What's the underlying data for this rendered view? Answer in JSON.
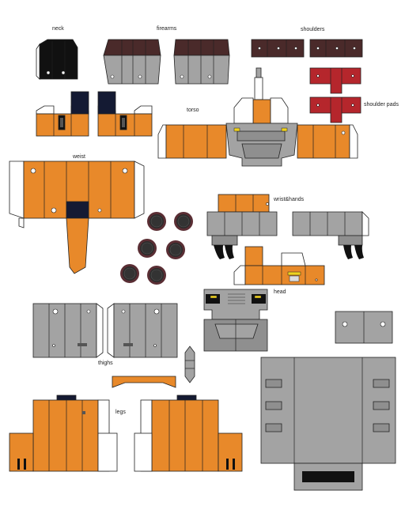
{
  "labels": {
    "neck": "neck",
    "firearms": "firearms",
    "shoulders": "shoulders",
    "shoulder_pads": "shoulder pads",
    "torso": "torso",
    "waist": "weist",
    "wrist_hands": "wrist&hands",
    "head": "head",
    "thighs": "thighs",
    "legs": "legs"
  },
  "colors": {
    "orange": "#e8892a",
    "gray": "#a3a3a3",
    "dark_gray": "#8f8f8f",
    "black": "#111111",
    "navy": "#141a33",
    "maroon": "#4a2a2a",
    "red": "#b5262c",
    "tire": "#2c2c2c",
    "tire_rim": "#5a2e34",
    "yellow": "#f0d21e",
    "outline": "#222222"
  }
}
